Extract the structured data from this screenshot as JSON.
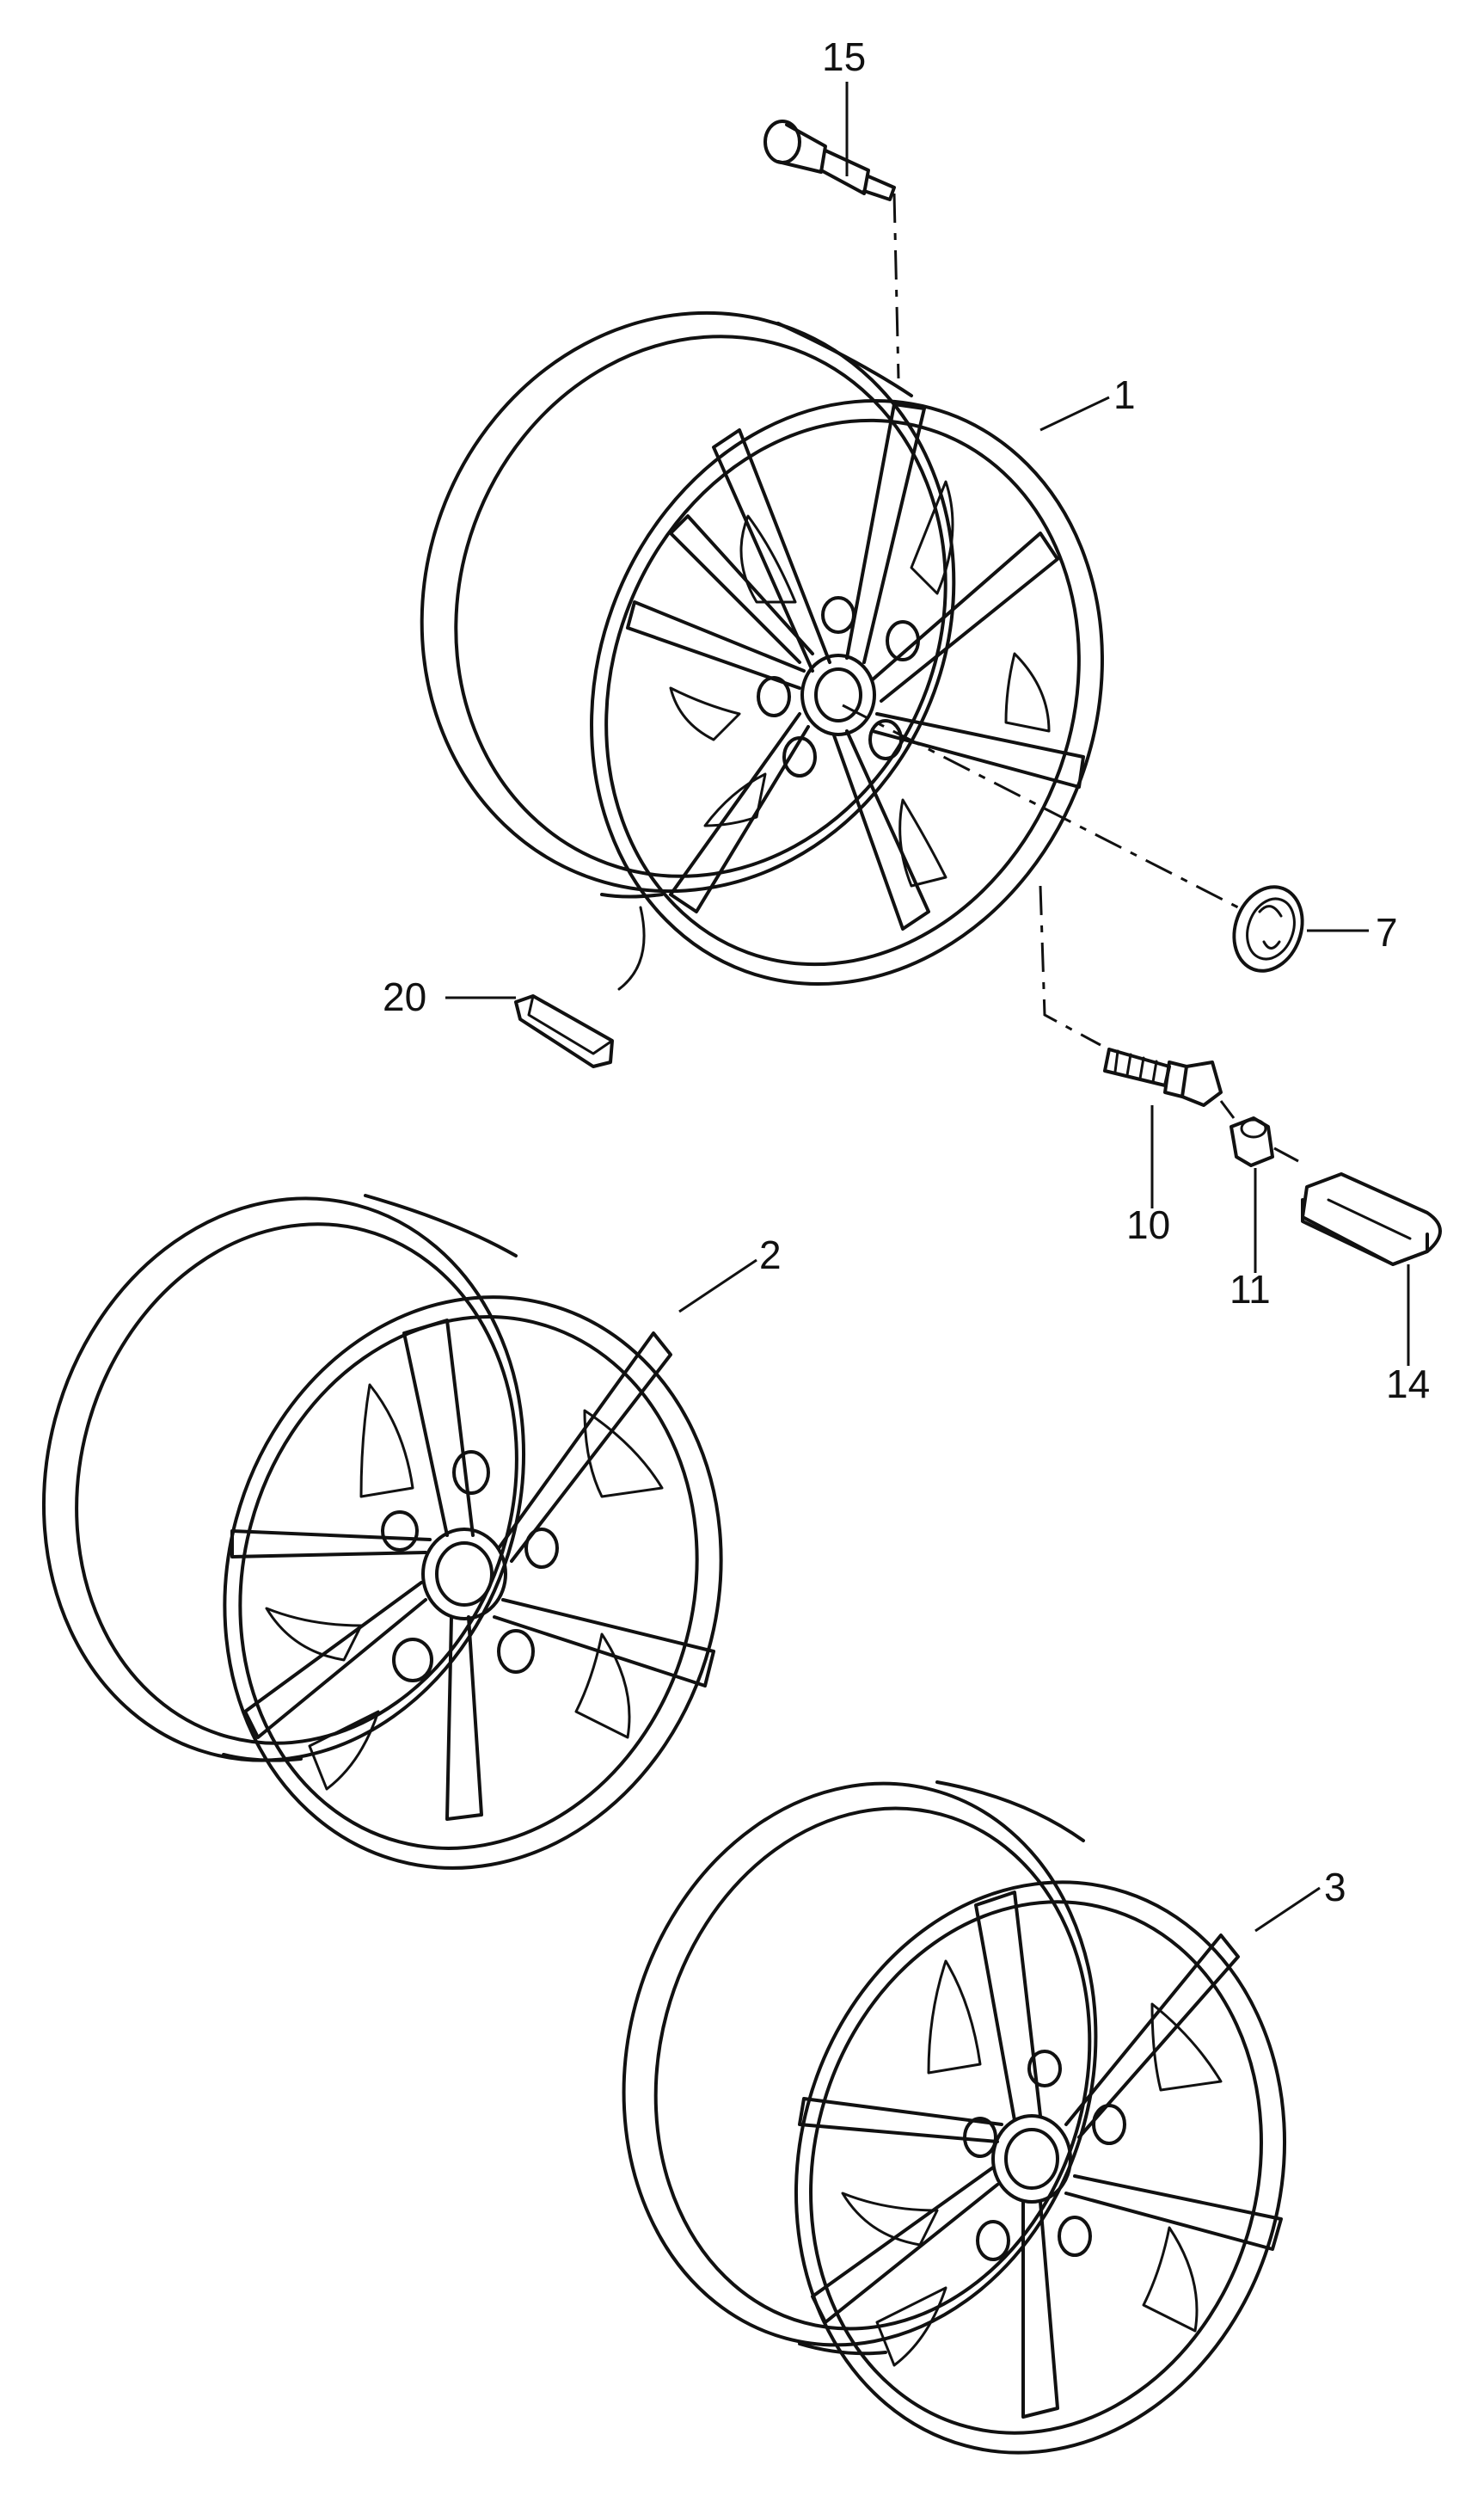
{
  "callouts": {
    "c1": "1",
    "c2": "2",
    "c3": "3",
    "c7": "7",
    "c10": "10",
    "c11": "11",
    "c14": "14",
    "c15": "15",
    "c20": "20"
  },
  "parts": {
    "wheel_1": "alloy-wheel-1",
    "wheel_2": "alloy-wheel-2",
    "wheel_3": "alloy-wheel-3",
    "part_7": "hub-cap-icon",
    "part_10": "wheel-bolt-icon",
    "part_11": "bolt-cap-icon",
    "part_14": "puller-tool-icon",
    "part_15": "tyre-valve-icon",
    "part_20": "balance-weight-icon"
  },
  "colors": {
    "line": "#111111",
    "background": "#ffffff"
  }
}
